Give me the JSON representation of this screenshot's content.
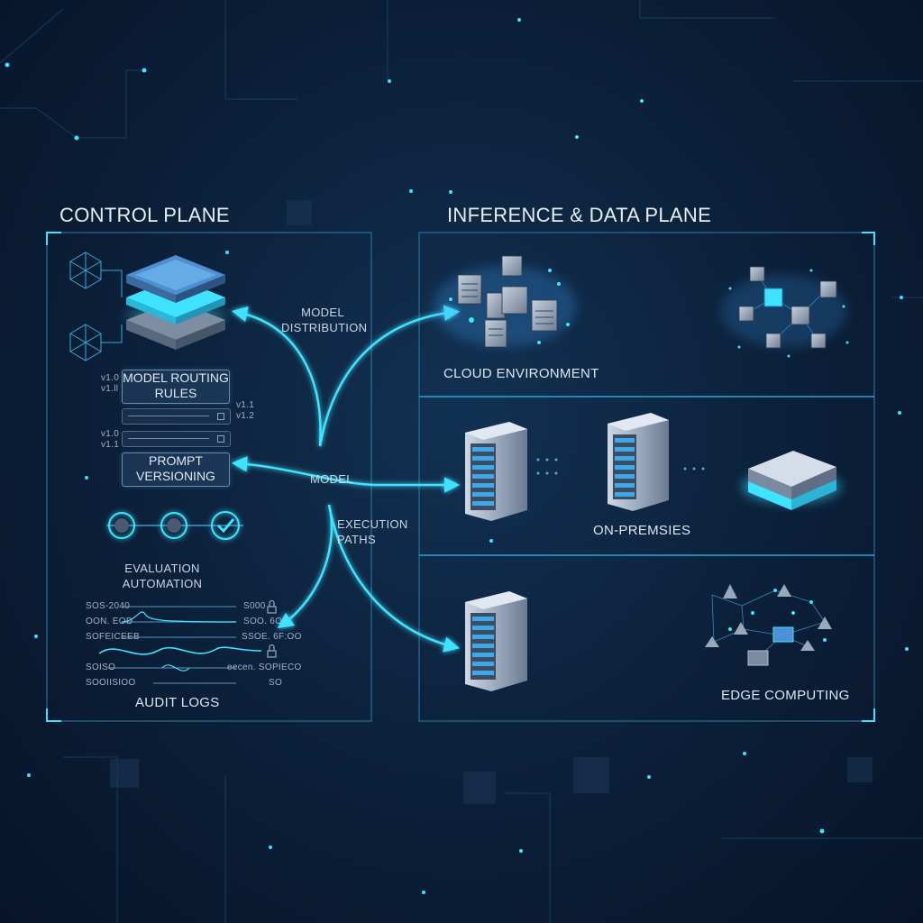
{
  "control_plane": {
    "title": "CONTROL PLANE",
    "routing_rules": "MODEL ROUTING RULES",
    "prompt_versioning": "PROMPT VERSIONING",
    "evaluation": "EVALUATION AUTOMATION",
    "audit_logs": "AUDIT LOGS",
    "versions": {
      "a1": "v1.0",
      "a2": "v1.ll",
      "b1": "v1.1",
      "b2": "v1.2",
      "c1": "v1.0",
      "c2": "v1.1"
    },
    "log_rows": [
      {
        "left": "SOS-2040",
        "right": "S000"
      },
      {
        "left": "OON. EOD",
        "right": "SOO. 6O"
      },
      {
        "left": "SOFEICEEB",
        "right": "SSOE. 6F:OO"
      },
      {
        "left": "SOISO",
        "right": "eecen. SOPIECO"
      },
      {
        "left": "SOOIISIOO",
        "right": "SO"
      }
    ]
  },
  "center": {
    "model_distribution": "MODEL DISTRIBUTION",
    "model": "MODEL",
    "execution_paths": "EXECUTION PATHS"
  },
  "data_plane": {
    "title": "INFERENCE & DATA PLANE",
    "cloud": "CLOUD ENVIRONMENT",
    "on_prem": "ON-PREMSIES",
    "edge": "EDGE COMPUTING"
  },
  "colors": {
    "accent": "#3fe3ff",
    "background": "#0b1f38",
    "panel_border": "#2fa7d9"
  }
}
